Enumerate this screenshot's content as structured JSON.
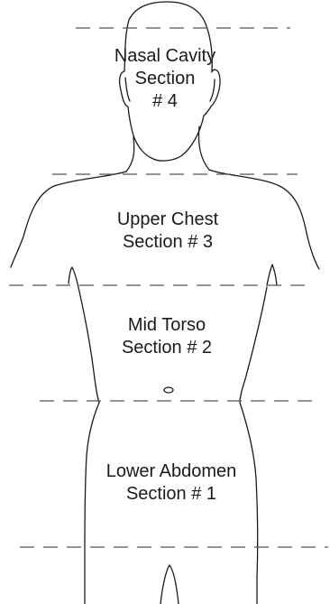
{
  "sections": [
    {
      "id": "section-4",
      "name": "Nasal  Cavity",
      "number": "Section\n# 4",
      "line1": "Nasal  Cavity",
      "line2": "Section",
      "line3": "# 4"
    },
    {
      "id": "section-3",
      "line1": "Upper Chest",
      "line2": "Section # 3"
    },
    {
      "id": "section-2",
      "line1": "Mid Torso",
      "line2": "Section # 2"
    },
    {
      "id": "section-1",
      "line1": "Lower Abdomen",
      "line2": "Section # 1"
    }
  ],
  "colors": {
    "line": "#1a1a1a",
    "dashed": "#555555",
    "background": "#ffffff"
  }
}
